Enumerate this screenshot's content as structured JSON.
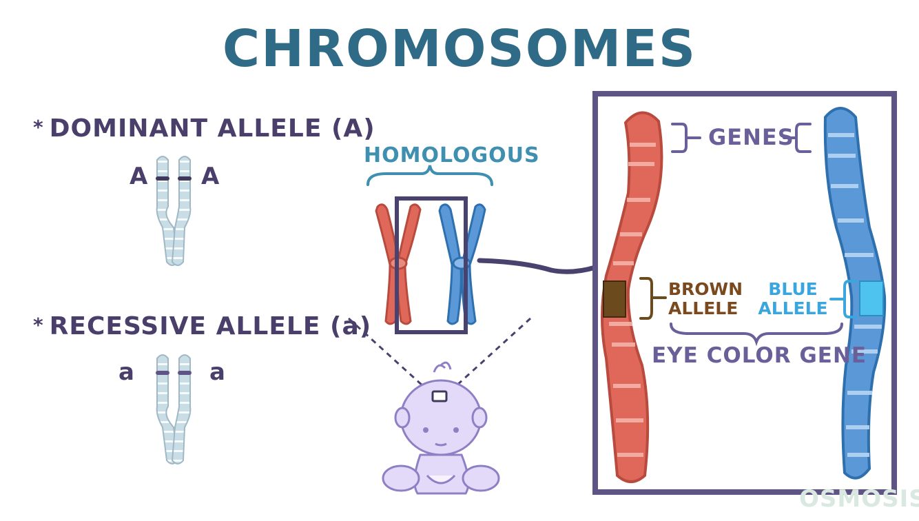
{
  "title": "CHROMOSOMES",
  "dominant": {
    "star": "*",
    "label": "DOMINANT ALLELE (A)",
    "left_letter": "A",
    "right_letter": "A"
  },
  "recessive": {
    "star": "*",
    "label": "RECESSIVE ALLELE (a)",
    "left_letter": "a",
    "right_letter": "a"
  },
  "homologous_label": "HOMOLOGOUS",
  "detail": {
    "genes_label": "GENES",
    "brown_allele": [
      "BROWN",
      "ALLELE"
    ],
    "blue_allele": [
      "BLUE",
      "ALLELE"
    ],
    "eye_color_gene": "EYE COLOR GENE"
  },
  "watermark": "OSMOSIS",
  "colors": {
    "title": "#2f6a86",
    "text": "#4a3f6b",
    "red_chromosome": "#e0685a",
    "blue_chromosome": "#5b98d8",
    "pale_chromosome": "#c9dde6",
    "frame": "#5e5585",
    "brown_band": "#6b4a1e",
    "blue_band": "#4fc3f0",
    "baby": "#d9cdf5"
  },
  "icons": [
    "chromosome-icon",
    "baby-icon",
    "brace-icon"
  ]
}
